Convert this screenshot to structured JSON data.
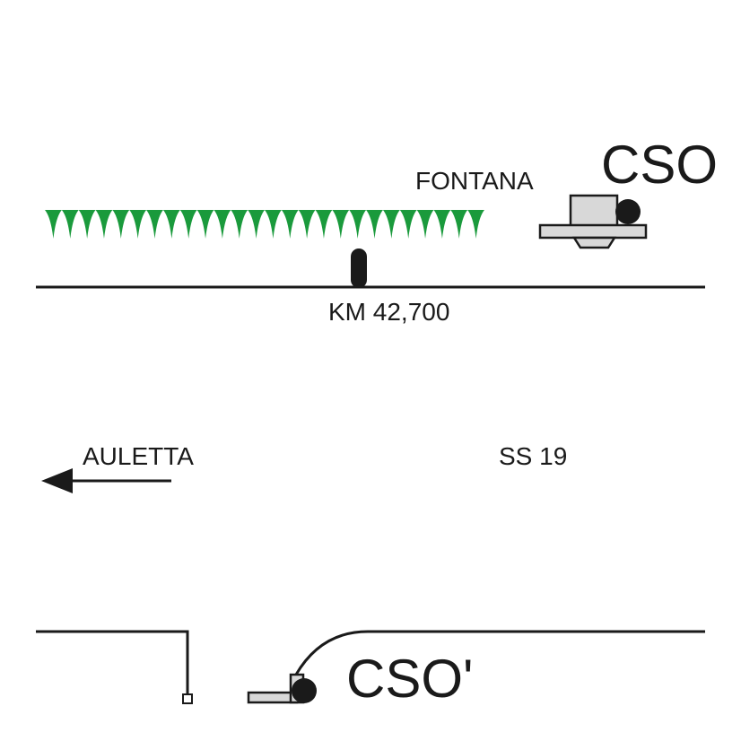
{
  "labels": {
    "cso_top": "CSO",
    "fontana": "FONTANA",
    "km": "KM 42,700",
    "auletta": "AULETTA",
    "road": "SS 19",
    "cso_bottom": "CSO'"
  },
  "colors": {
    "vegetation": "#1a9a3c",
    "line": "#1a1a1a",
    "building_fill": "#d8d8d8"
  },
  "icons": {
    "hedge": "hedge-row-icon",
    "km_marker": "km-marker-icon",
    "building": "building-icon",
    "direction": "arrow-left-icon"
  }
}
